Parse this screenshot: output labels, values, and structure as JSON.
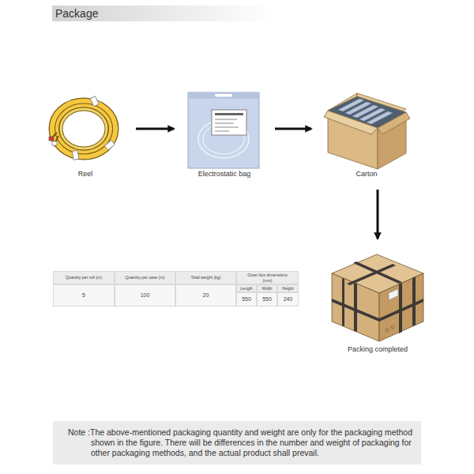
{
  "diagram": {
    "title": "Package",
    "nodes": [
      {
        "text": [
          "Reel"
        ]
      },
      {
        "text": [
          "Electrostatic bag"
        ]
      },
      {
        "text": [
          "Carton"
        ]
      },
      {
        "text": [
          "Packing completed"
        ]
      },
      {
        "text": [
          "Note :The above-mentioned packaging quantity and weight are only for the packaging method shown in the figure. There will be differences in the number and weight of packaging for other packaging methods, and the actual product shall prevail."
        ]
      }
    ],
    "edges": [
      {
        "from": 0,
        "to": 1,
        "arrow": "to"
      },
      {
        "from": 1,
        "to": 2,
        "arrow": "to"
      },
      {
        "from": 2,
        "to": 3,
        "arrow": "to"
      }
    ],
    "labels": [
      "Quantity per roll (m)",
      "Quantity per case (m)",
      "Total weight (kg)",
      "Outer box dimensions (mm)",
      "Length",
      "Width",
      "Height",
      "5",
      "100",
      "20",
      "550",
      "550",
      "240"
    ]
  }
}
